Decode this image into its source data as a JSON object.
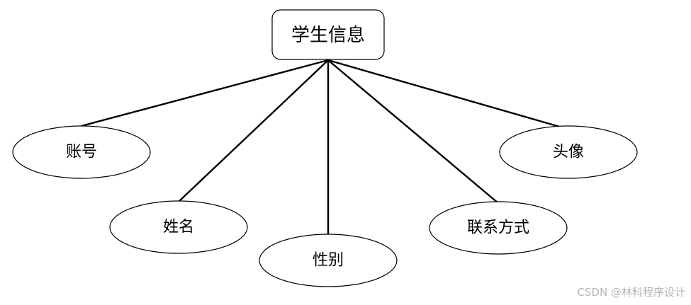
{
  "entity": {
    "label": "学生信息"
  },
  "attributes": [
    {
      "id": "account",
      "label": "账号"
    },
    {
      "id": "name",
      "label": "姓名"
    },
    {
      "id": "gender",
      "label": "性别"
    },
    {
      "id": "contact",
      "label": "联系方式"
    },
    {
      "id": "avatar",
      "label": "头像"
    }
  ],
  "watermark": {
    "text": "CSDN @林科程序设计"
  }
}
